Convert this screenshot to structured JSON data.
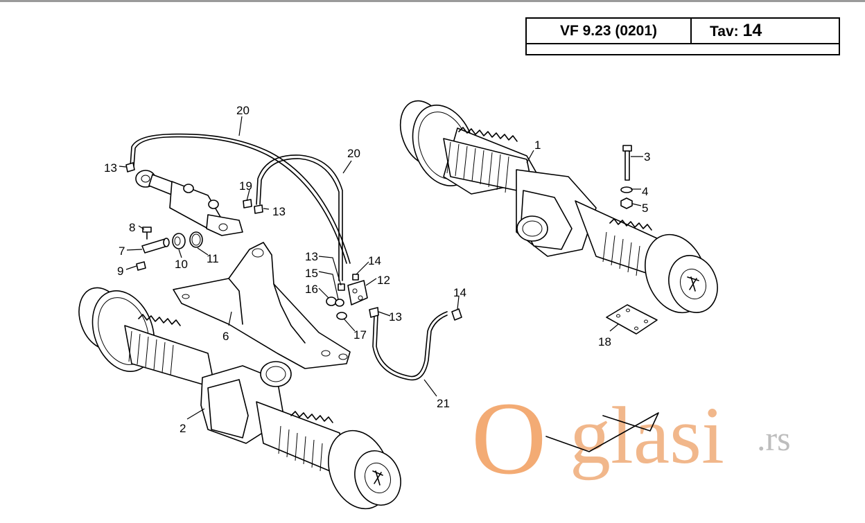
{
  "header": {
    "code": "VF 9.23 (0201)",
    "tav_label": "Tav:",
    "tav_number": "14"
  },
  "callouts": {
    "c1": "1",
    "c2": "2",
    "c3": "3",
    "c4": "4",
    "c5": "5",
    "c6": "6",
    "c7": "7",
    "c8": "8",
    "c9": "9",
    "c10": "10",
    "c11": "11",
    "c12": "12",
    "c13a": "13",
    "c13b": "13",
    "c13c": "13",
    "c13d": "13",
    "c14a": "14",
    "c14b": "14",
    "c15": "15",
    "c16": "16",
    "c17": "17",
    "c18": "18",
    "c19": "19",
    "c20a": "20",
    "c20b": "20",
    "c21": "21"
  },
  "watermark": {
    "first_letter": "O",
    "rest": "glasi",
    "suffix": ".rs"
  }
}
